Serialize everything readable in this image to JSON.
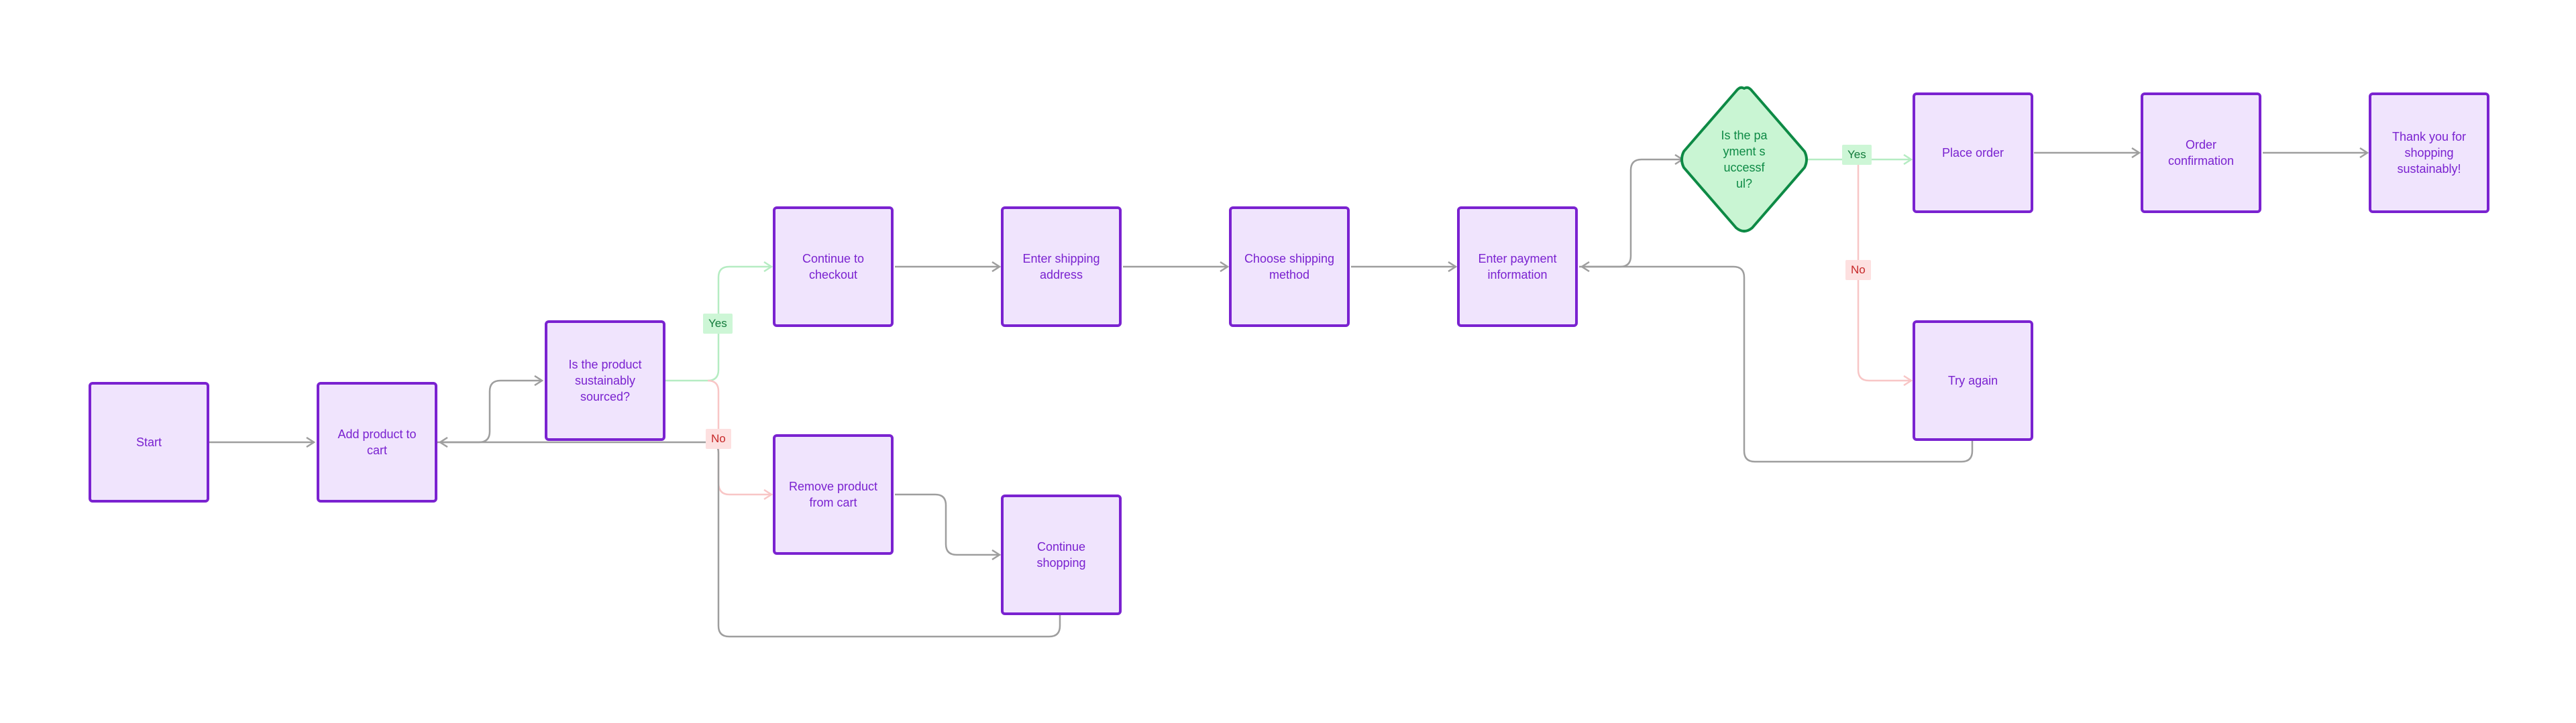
{
  "colors": {
    "node_fill": "#f0e4fd",
    "node_border": "#7a22d0",
    "decision_fill": "#c9f5d3",
    "decision_border": "#0d8a45",
    "edge_default": "#9e9e9e",
    "edge_yes": "#b5ecc2",
    "edge_no": "#f8c6c6"
  },
  "nodes": {
    "start": "Start",
    "add_product": "Add product to cart",
    "sustainable_q": "Is the product sustainably sourced?",
    "continue_checkout": "Continue to checkout",
    "remove_product": "Remove product from cart",
    "continue_shopping": "Continue shopping",
    "enter_shipping": "Enter shipping address",
    "choose_shipping": "Choose shipping method",
    "enter_payment": "Enter payment information",
    "payment_q": "Is the payment successful?",
    "place_order": "Place order",
    "order_confirmation": "Order confirmation",
    "thank_you": "Thank you for shopping sustainably!",
    "try_again": "Try again"
  },
  "labels": {
    "yes_1": "Yes",
    "no_1": "No",
    "yes_2": "Yes",
    "no_2": "No"
  }
}
